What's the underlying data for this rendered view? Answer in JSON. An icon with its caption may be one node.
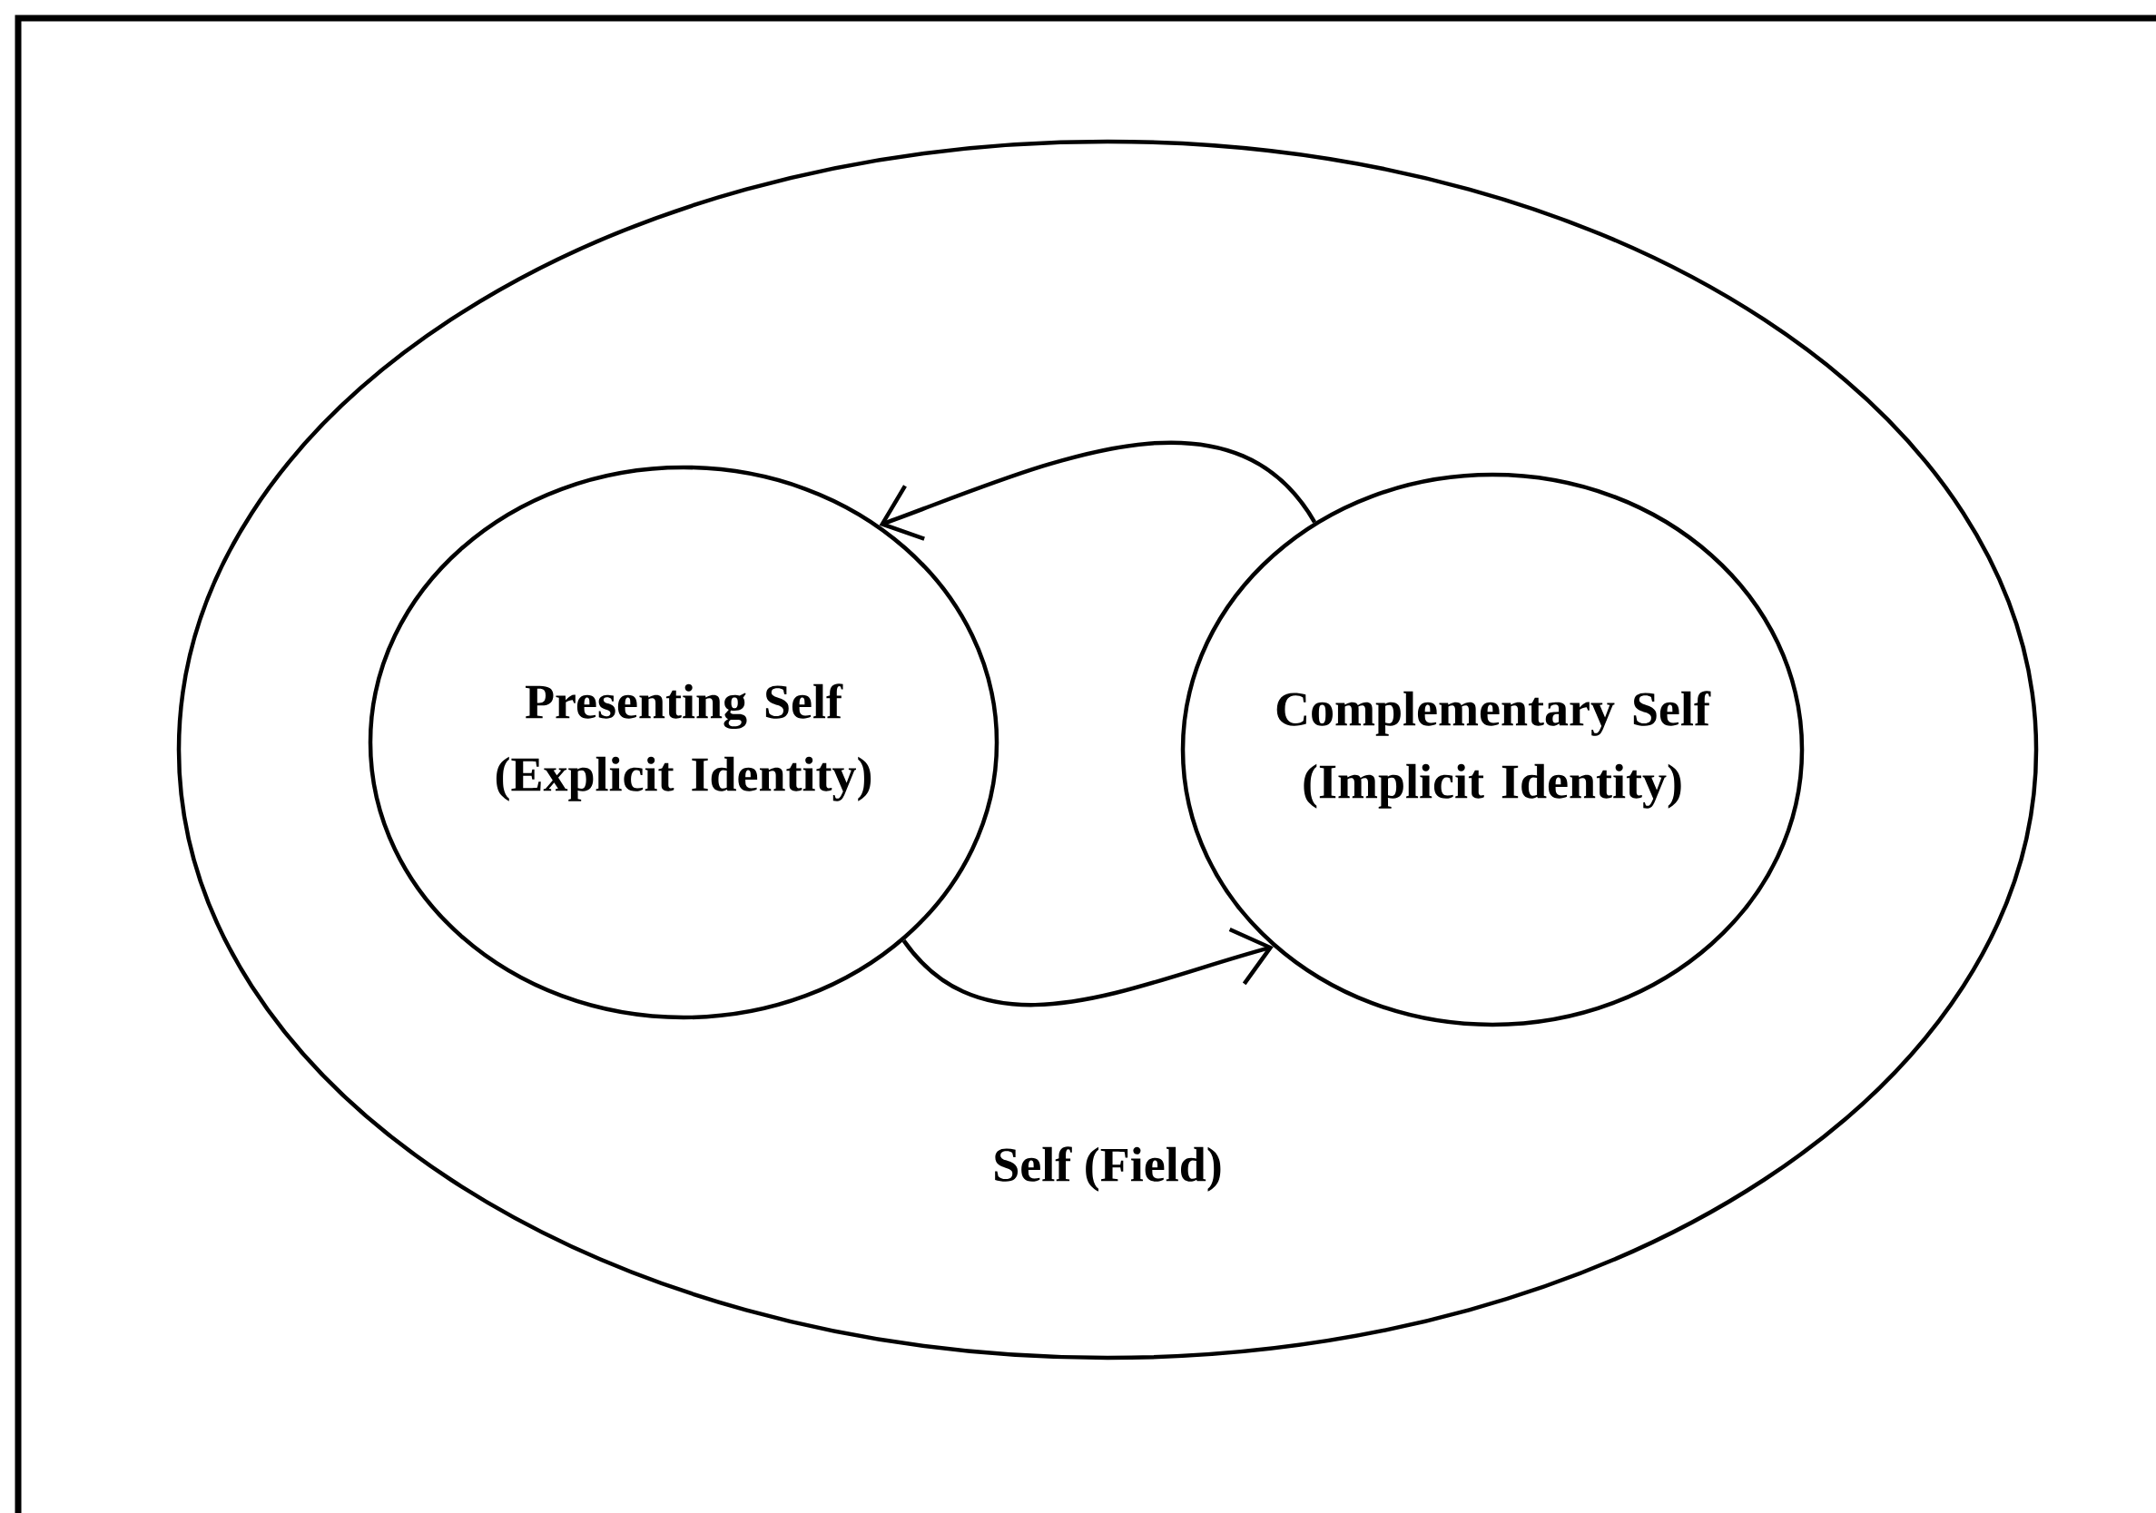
{
  "diagram": {
    "nodes": [
      {
        "text": [
          "Self (Field)"
        ]
      },
      {
        "text": [
          "Presenting Self (Explicit Identity)"
        ],
        "in": 0
      },
      {
        "text": [
          "Complementary Self (Implicit Identity)"
        ],
        "in": 0
      }
    ],
    "edges": [
      {
        "from": 2,
        "to": 1,
        "arrow": "to"
      },
      {
        "from": 1,
        "to": 2,
        "arrow": "to"
      }
    ]
  }
}
